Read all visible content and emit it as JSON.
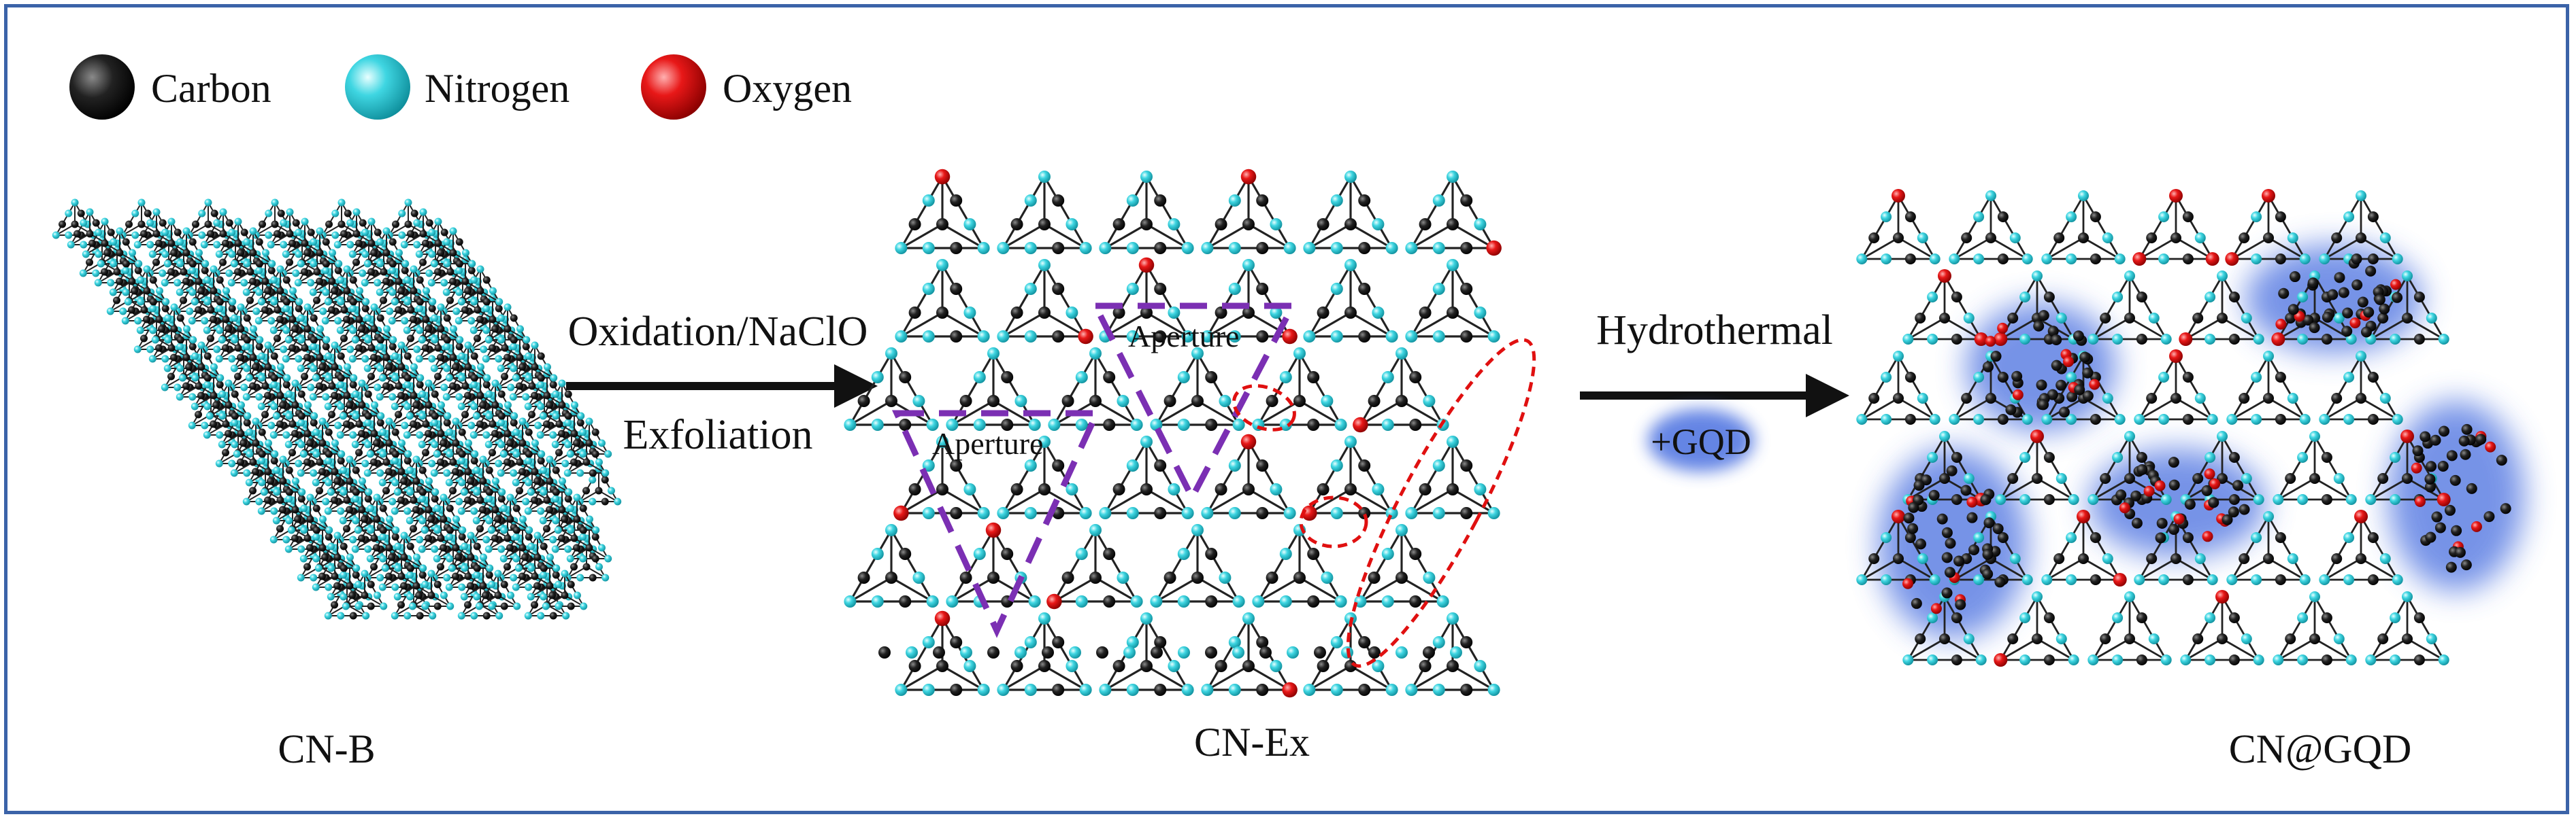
{
  "legend": {
    "items": [
      {
        "label": "Carbon",
        "color": "#111111"
      },
      {
        "label": "Nitrogen",
        "color": "#2ec9d6"
      },
      {
        "label": "Oxygen",
        "color": "#e01010"
      }
    ]
  },
  "panels": {
    "bulk": {
      "caption": "CN-B"
    },
    "exfoliated": {
      "caption": "CN-Ex",
      "aperture_label": "Aperture"
    },
    "composite": {
      "caption": "CN@GQD"
    }
  },
  "arrows": {
    "first": {
      "top_label": "Oxidation/NaClO",
      "bottom_label": "Exfoliation"
    },
    "second": {
      "top_label": "Hydrothermal",
      "bottom_label": "+GQD"
    }
  },
  "colors": {
    "frame": "#3b63a8",
    "carbon": "#111111",
    "nitrogen": "#2ec9d6",
    "oxygen": "#e01010",
    "aperture_outline": "#7b2fb3",
    "defect_outline": "#e01010",
    "gqd_glow": "#4a6fe0"
  }
}
